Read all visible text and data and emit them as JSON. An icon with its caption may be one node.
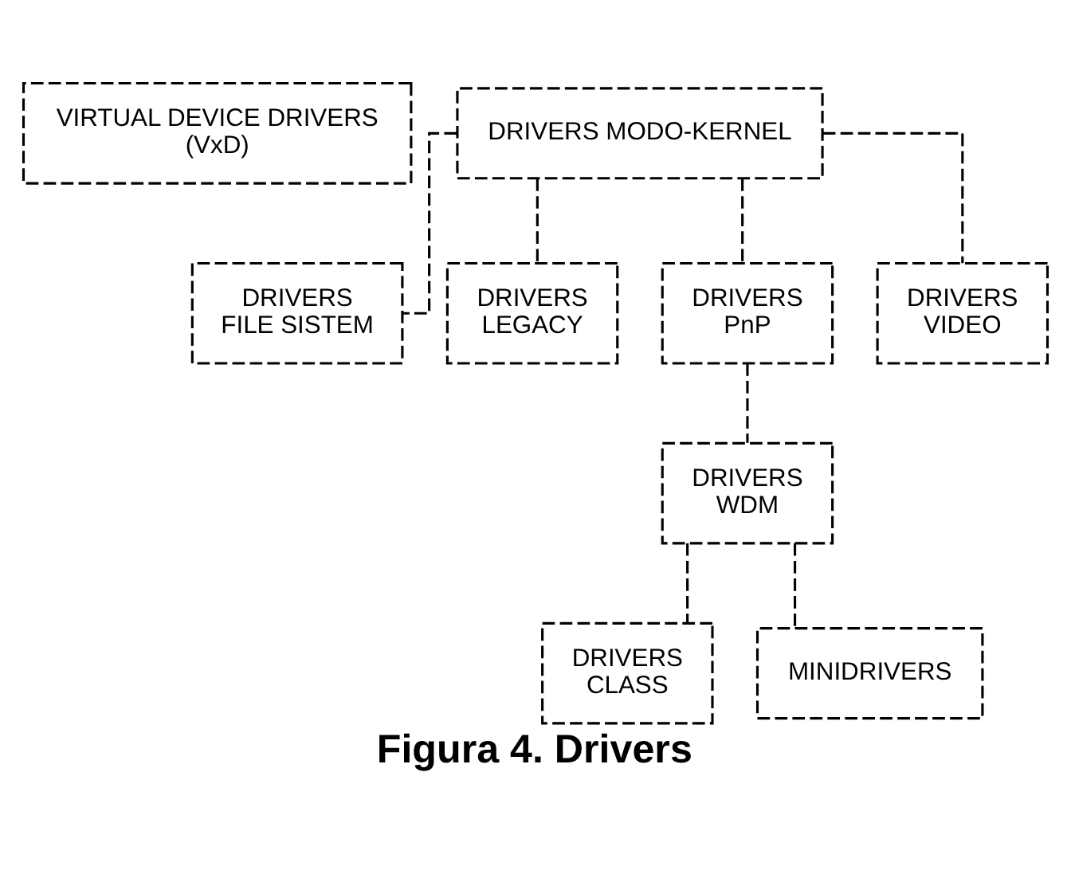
{
  "diagram": {
    "caption": "Figura 4. Drivers",
    "nodes": [
      {
        "text": [
          "VIRTUAL DEVICE DRIVERS (VxD)"
        ]
      },
      {
        "text": [
          "DRIVERS MODO-KERNEL"
        ]
      },
      {
        "text": [
          "DRIVERS FILE SISTEM"
        ]
      },
      {
        "text": [
          "DRIVERS LEGACY"
        ]
      },
      {
        "text": [
          "DRIVERS PnP"
        ]
      },
      {
        "text": [
          "DRIVERS VIDEO"
        ]
      },
      {
        "text": [
          "DRIVERS WDM"
        ]
      },
      {
        "text": [
          "DRIVERS CLASS"
        ]
      },
      {
        "text": [
          "MINIDRIVERS"
        ]
      }
    ],
    "edges": [
      {
        "from": 1,
        "to": 2,
        "arrow": "none",
        "style": "dashed"
      },
      {
        "from": 1,
        "to": 3,
        "arrow": "none",
        "style": "dashed"
      },
      {
        "from": 1,
        "to": 4,
        "arrow": "none",
        "style": "dashed"
      },
      {
        "from": 1,
        "to": 5,
        "arrow": "none",
        "style": "dashed"
      },
      {
        "from": 4,
        "to": 6,
        "arrow": "none",
        "style": "dashed"
      },
      {
        "from": 6,
        "to": 7,
        "arrow": "none",
        "style": "dashed"
      },
      {
        "from": 6,
        "to": 8,
        "arrow": "none",
        "style": "dashed"
      }
    ]
  }
}
